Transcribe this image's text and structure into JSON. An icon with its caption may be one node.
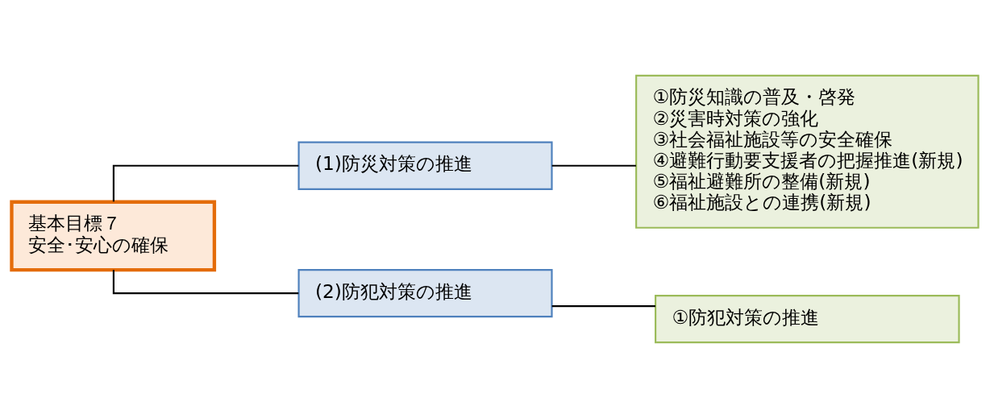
{
  "diagram": {
    "nodes": [
      {
        "text": [
          "基本目標７",
          "安全･安心の確保"
        ]
      },
      {
        "text": [
          "(1)防災対策の推進"
        ]
      },
      {
        "text": [
          "①防災知識の普及・啓発",
          "②災害時対策の強化",
          "③社会福祉施設等の安全確保",
          "④避難行動要支援者の把握推進(新規)",
          "⑤福祉避難所の整備(新規)",
          "⑥福祉施設との連携(新規)"
        ]
      },
      {
        "text": [
          "(2)防犯対策の推進"
        ]
      },
      {
        "text": [
          "①防犯対策の推進"
        ]
      }
    ],
    "edges": [
      {
        "from": 0,
        "to": 1,
        "arrow": "none"
      },
      {
        "from": 0,
        "to": 3,
        "arrow": "none"
      },
      {
        "from": 1,
        "to": 2,
        "arrow": "none"
      },
      {
        "from": 3,
        "to": 4,
        "arrow": "none"
      }
    ]
  }
}
